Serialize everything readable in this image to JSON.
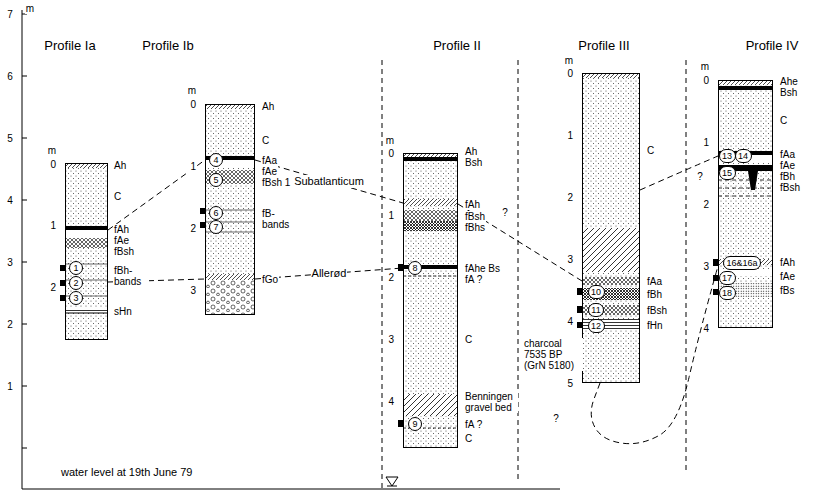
{
  "diagram": {
    "nodes": [
      {
        "text": [
          "Profile Ia"
        ]
      },
      {
        "text": [
          "1"
        ],
        "in": 0
      },
      {
        "text": [
          "2"
        ],
        "in": 0
      },
      {
        "text": [
          "3"
        ],
        "in": 0
      },
      {
        "text": [
          "Profile Ib"
        ]
      },
      {
        "text": [
          "4"
        ],
        "in": 4
      },
      {
        "text": [
          "5"
        ],
        "in": 4
      },
      {
        "text": [
          "6"
        ],
        "in": 4
      },
      {
        "text": [
          "7"
        ],
        "in": 4
      },
      {
        "text": [
          "Profile II"
        ]
      },
      {
        "text": [
          "8"
        ],
        "in": 9
      },
      {
        "text": [
          "9"
        ],
        "in": 9
      },
      {
        "text": [
          "Profile III"
        ]
      },
      {
        "text": [
          "10"
        ],
        "in": 12
      },
      {
        "text": [
          "11"
        ],
        "in": 12
      },
      {
        "text": [
          "12"
        ],
        "in": 12
      },
      {
        "text": [
          "Profile IV"
        ]
      },
      {
        "text": [
          "13"
        ],
        "in": 16
      },
      {
        "text": [
          "14"
        ],
        "in": 16
      },
      {
        "text": [
          "15"
        ],
        "in": 16
      },
      {
        "text": [
          "16&16a"
        ],
        "in": 16
      },
      {
        "text": [
          "17"
        ],
        "in": 16
      },
      {
        "text": [
          "18"
        ],
        "in": 16
      }
    ],
    "edges": [
      {
        "from": 0,
        "to": 4,
        "arrow": "none"
      },
      {
        "from": 0,
        "to": 4,
        "arrow": "none"
      },
      {
        "from": 4,
        "to": 9,
        "label": "Subatlanticum",
        "arrow": "none"
      },
      {
        "from": 4,
        "to": 9,
        "label": "Allerød",
        "arrow": "none"
      },
      {
        "from": 9,
        "to": 12,
        "arrow": "none"
      },
      {
        "from": 12,
        "to": 16,
        "arrow": "none"
      },
      {
        "from": 12,
        "to": 16,
        "arrow": "none"
      }
    ],
    "labels": [
      "m",
      "7",
      "6",
      "5",
      "4",
      "3",
      "2",
      "1",
      "m",
      "0",
      "1",
      "2",
      "Ah",
      "C",
      "fAh",
      "fAe",
      "fBsh",
      "fBh- bands",
      "sHn",
      "m",
      "0",
      "1",
      "2",
      "3",
      "Ah",
      "C",
      "fAa",
      "fAe",
      "fBsh 1",
      "fB- bands",
      "fGo",
      "m",
      "0",
      "1",
      "2",
      "3",
      "4",
      "Ah",
      "Bsh",
      "fAh",
      "?",
      "fBsh",
      "fBhs",
      "fAhe Bs",
      "fA ?",
      "C",
      "Benningen gravel bed",
      "fA ?",
      "C",
      "m",
      "0",
      "1",
      "2",
      "3",
      "4",
      "5",
      "C",
      "fAa",
      "fBh",
      "fBsh",
      "fHn",
      "charcoal 7535 BP (GrN 5180)",
      "?",
      "m",
      "0",
      "1",
      "2",
      "3",
      "4",
      "?",
      "Ahe",
      "Bsh",
      "C",
      "fAa",
      "fAe",
      "fBh",
      "fBsh",
      "fAh",
      "fAe",
      "fBs",
      "water level at 19th June 79"
    ]
  }
}
